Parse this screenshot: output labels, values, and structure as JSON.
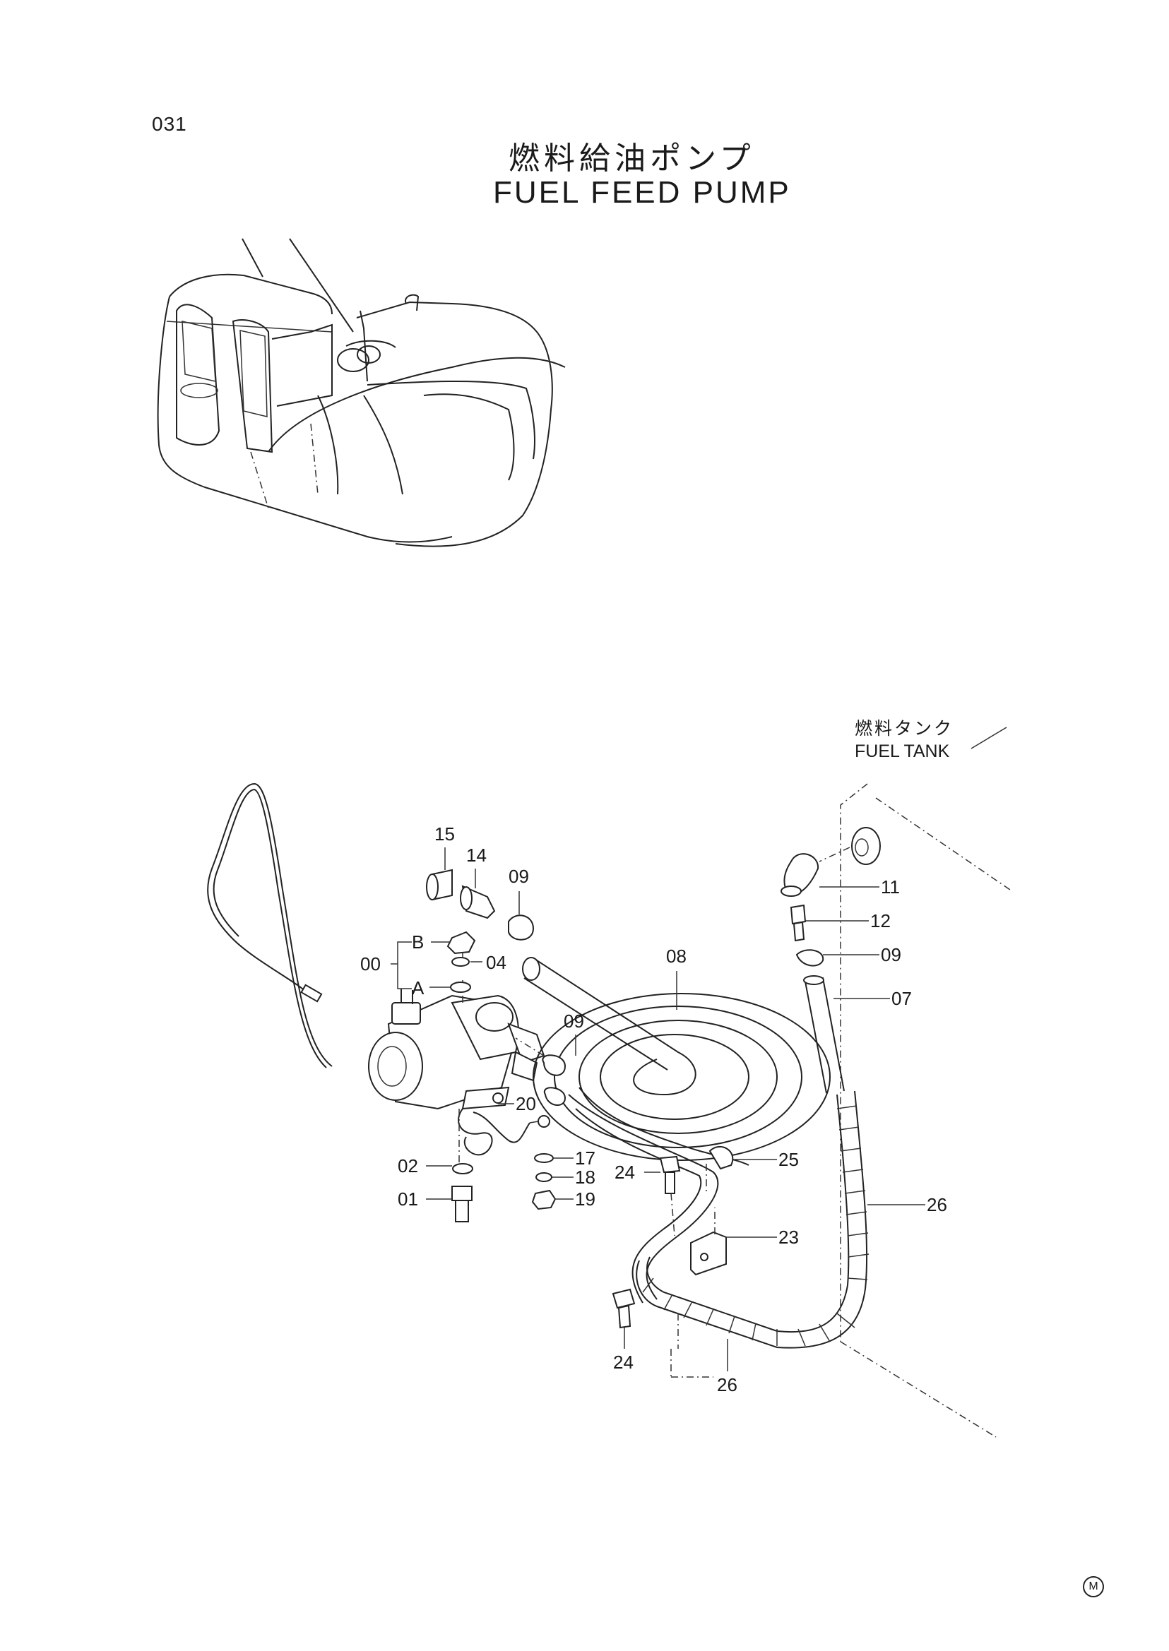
{
  "page_number": "031",
  "title": {
    "jp": "燃料給油ポンプ",
    "en": "FUEL FEED PUMP"
  },
  "fuel_tank": {
    "jp": "燃料タンク",
    "en": "FUEL TANK"
  },
  "callouts": [
    "15",
    "14",
    "09",
    "B",
    "00",
    "04",
    "A",
    "08",
    "09",
    "11",
    "12",
    "09",
    "07",
    "20",
    "02",
    "17",
    "24",
    "18",
    "01",
    "19",
    "25",
    "26",
    "23",
    "24",
    "26"
  ],
  "corner_mark": "M"
}
